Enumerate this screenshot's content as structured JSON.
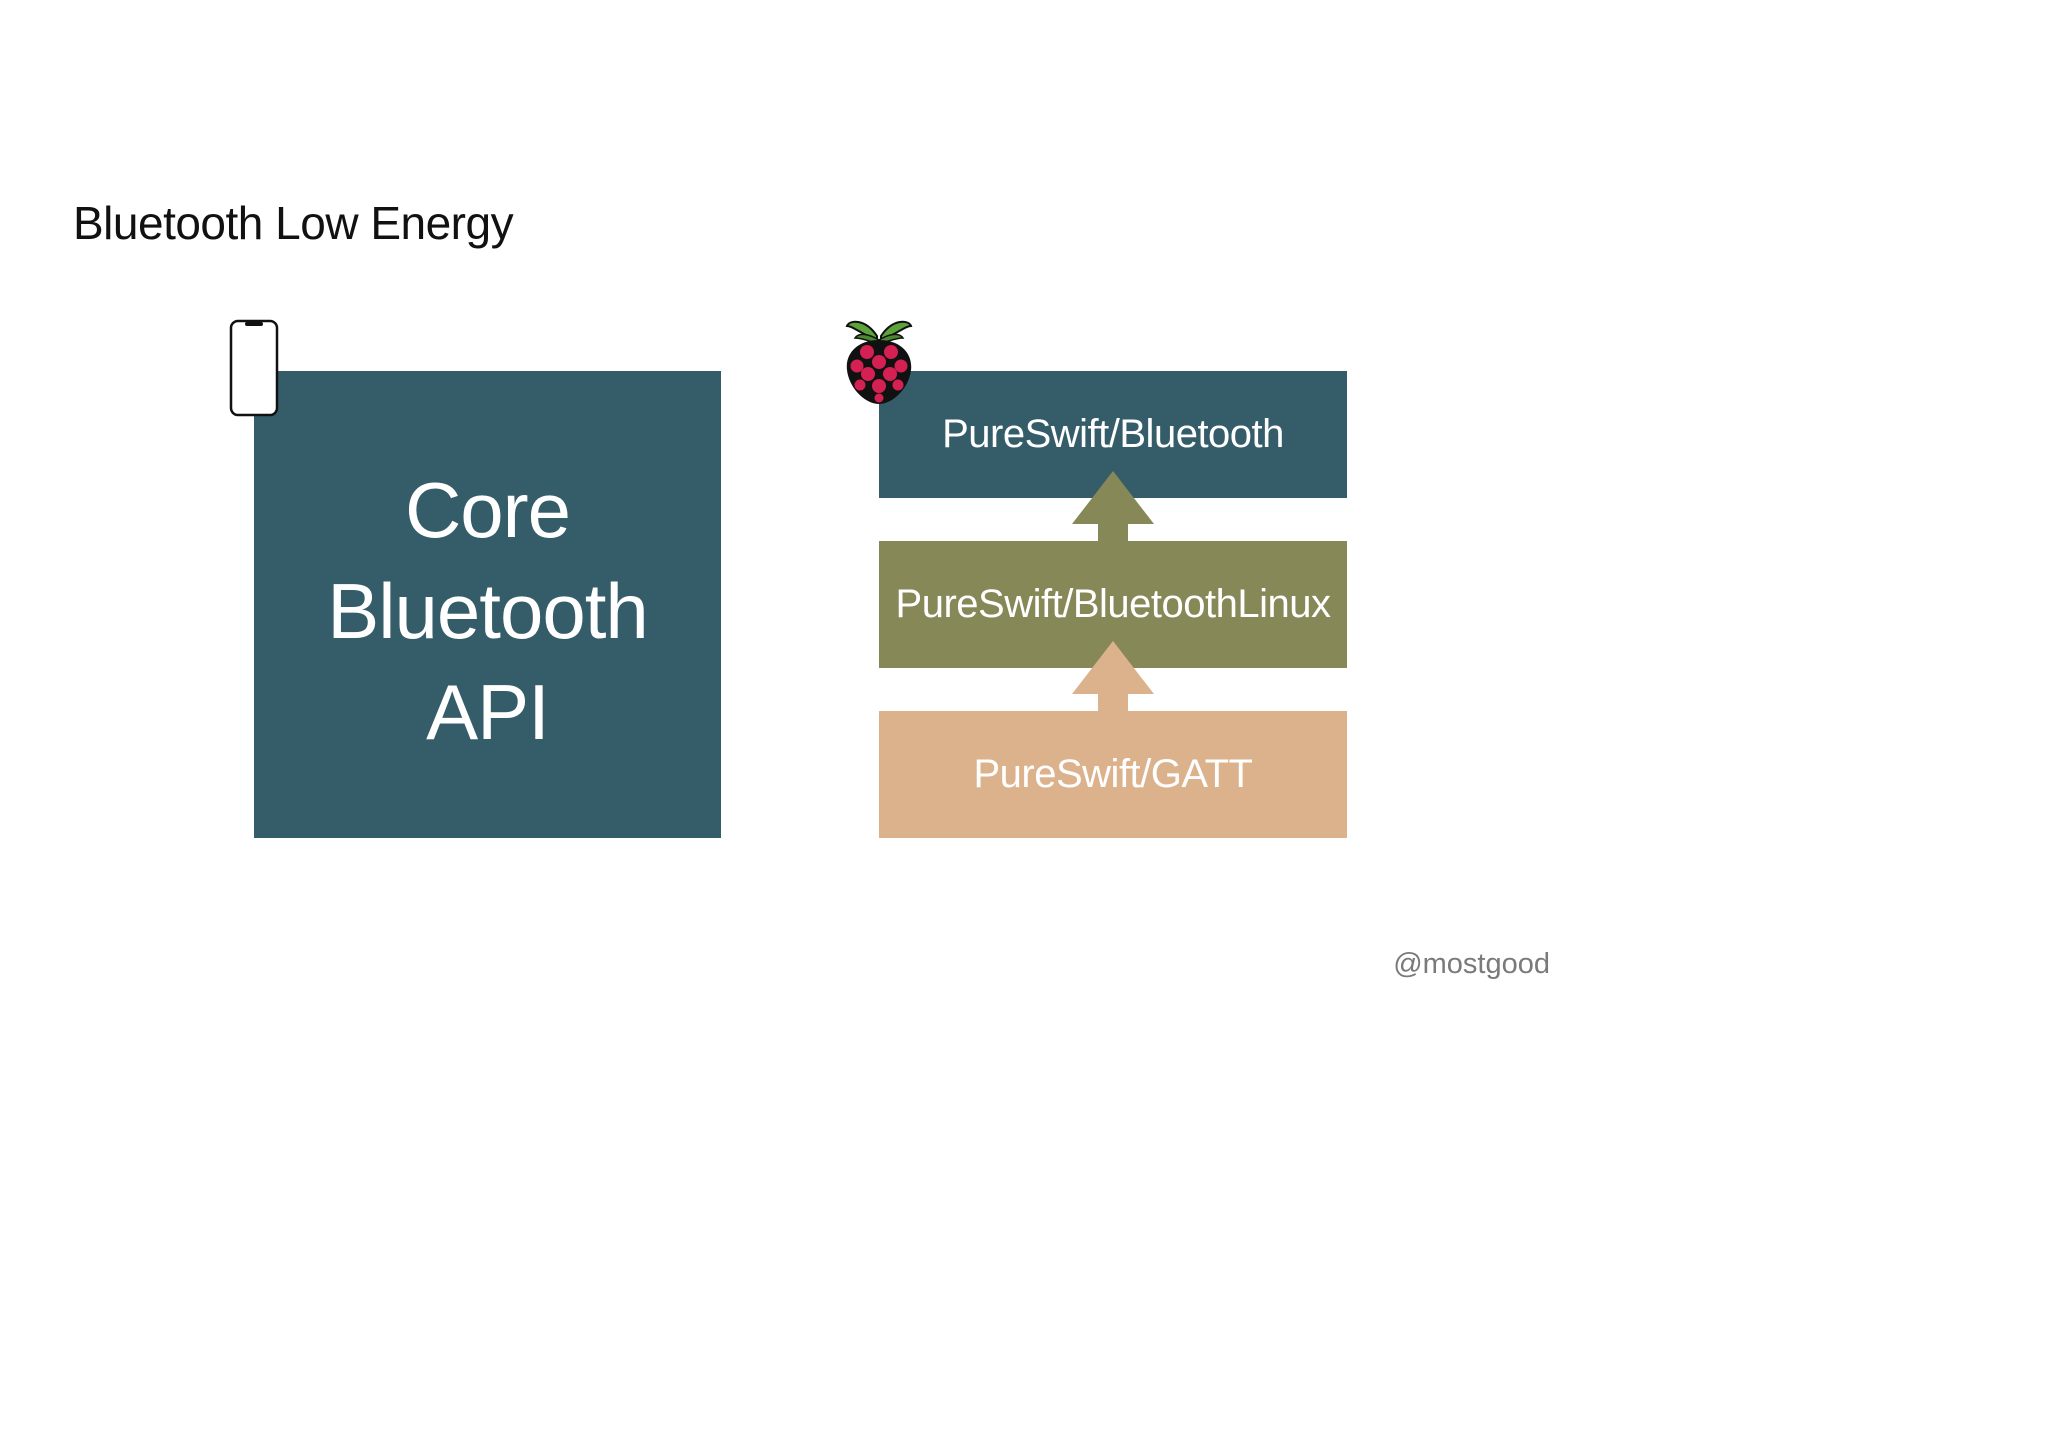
{
  "slide": {
    "title": "Bluetooth Low Energy",
    "handle": "@mostgood"
  },
  "left_panel": {
    "icon": "iphone-icon",
    "lines": [
      "Core",
      "Bluetooth",
      "API"
    ],
    "color": "#345d69"
  },
  "right_panel": {
    "icon": "raspberry-pi-icon",
    "layers": [
      {
        "label": "PureSwift/Bluetooth",
        "color": "#345d69"
      },
      {
        "label": "PureSwift/BluetoothLinux",
        "color": "#878857"
      },
      {
        "label": "PureSwift/GATT",
        "color": "#dcb28c"
      }
    ],
    "arrows": [
      {
        "icon": "arrow-up-icon",
        "color": "#878857"
      },
      {
        "icon": "arrow-up-icon",
        "color": "#dcb28c"
      }
    ]
  }
}
